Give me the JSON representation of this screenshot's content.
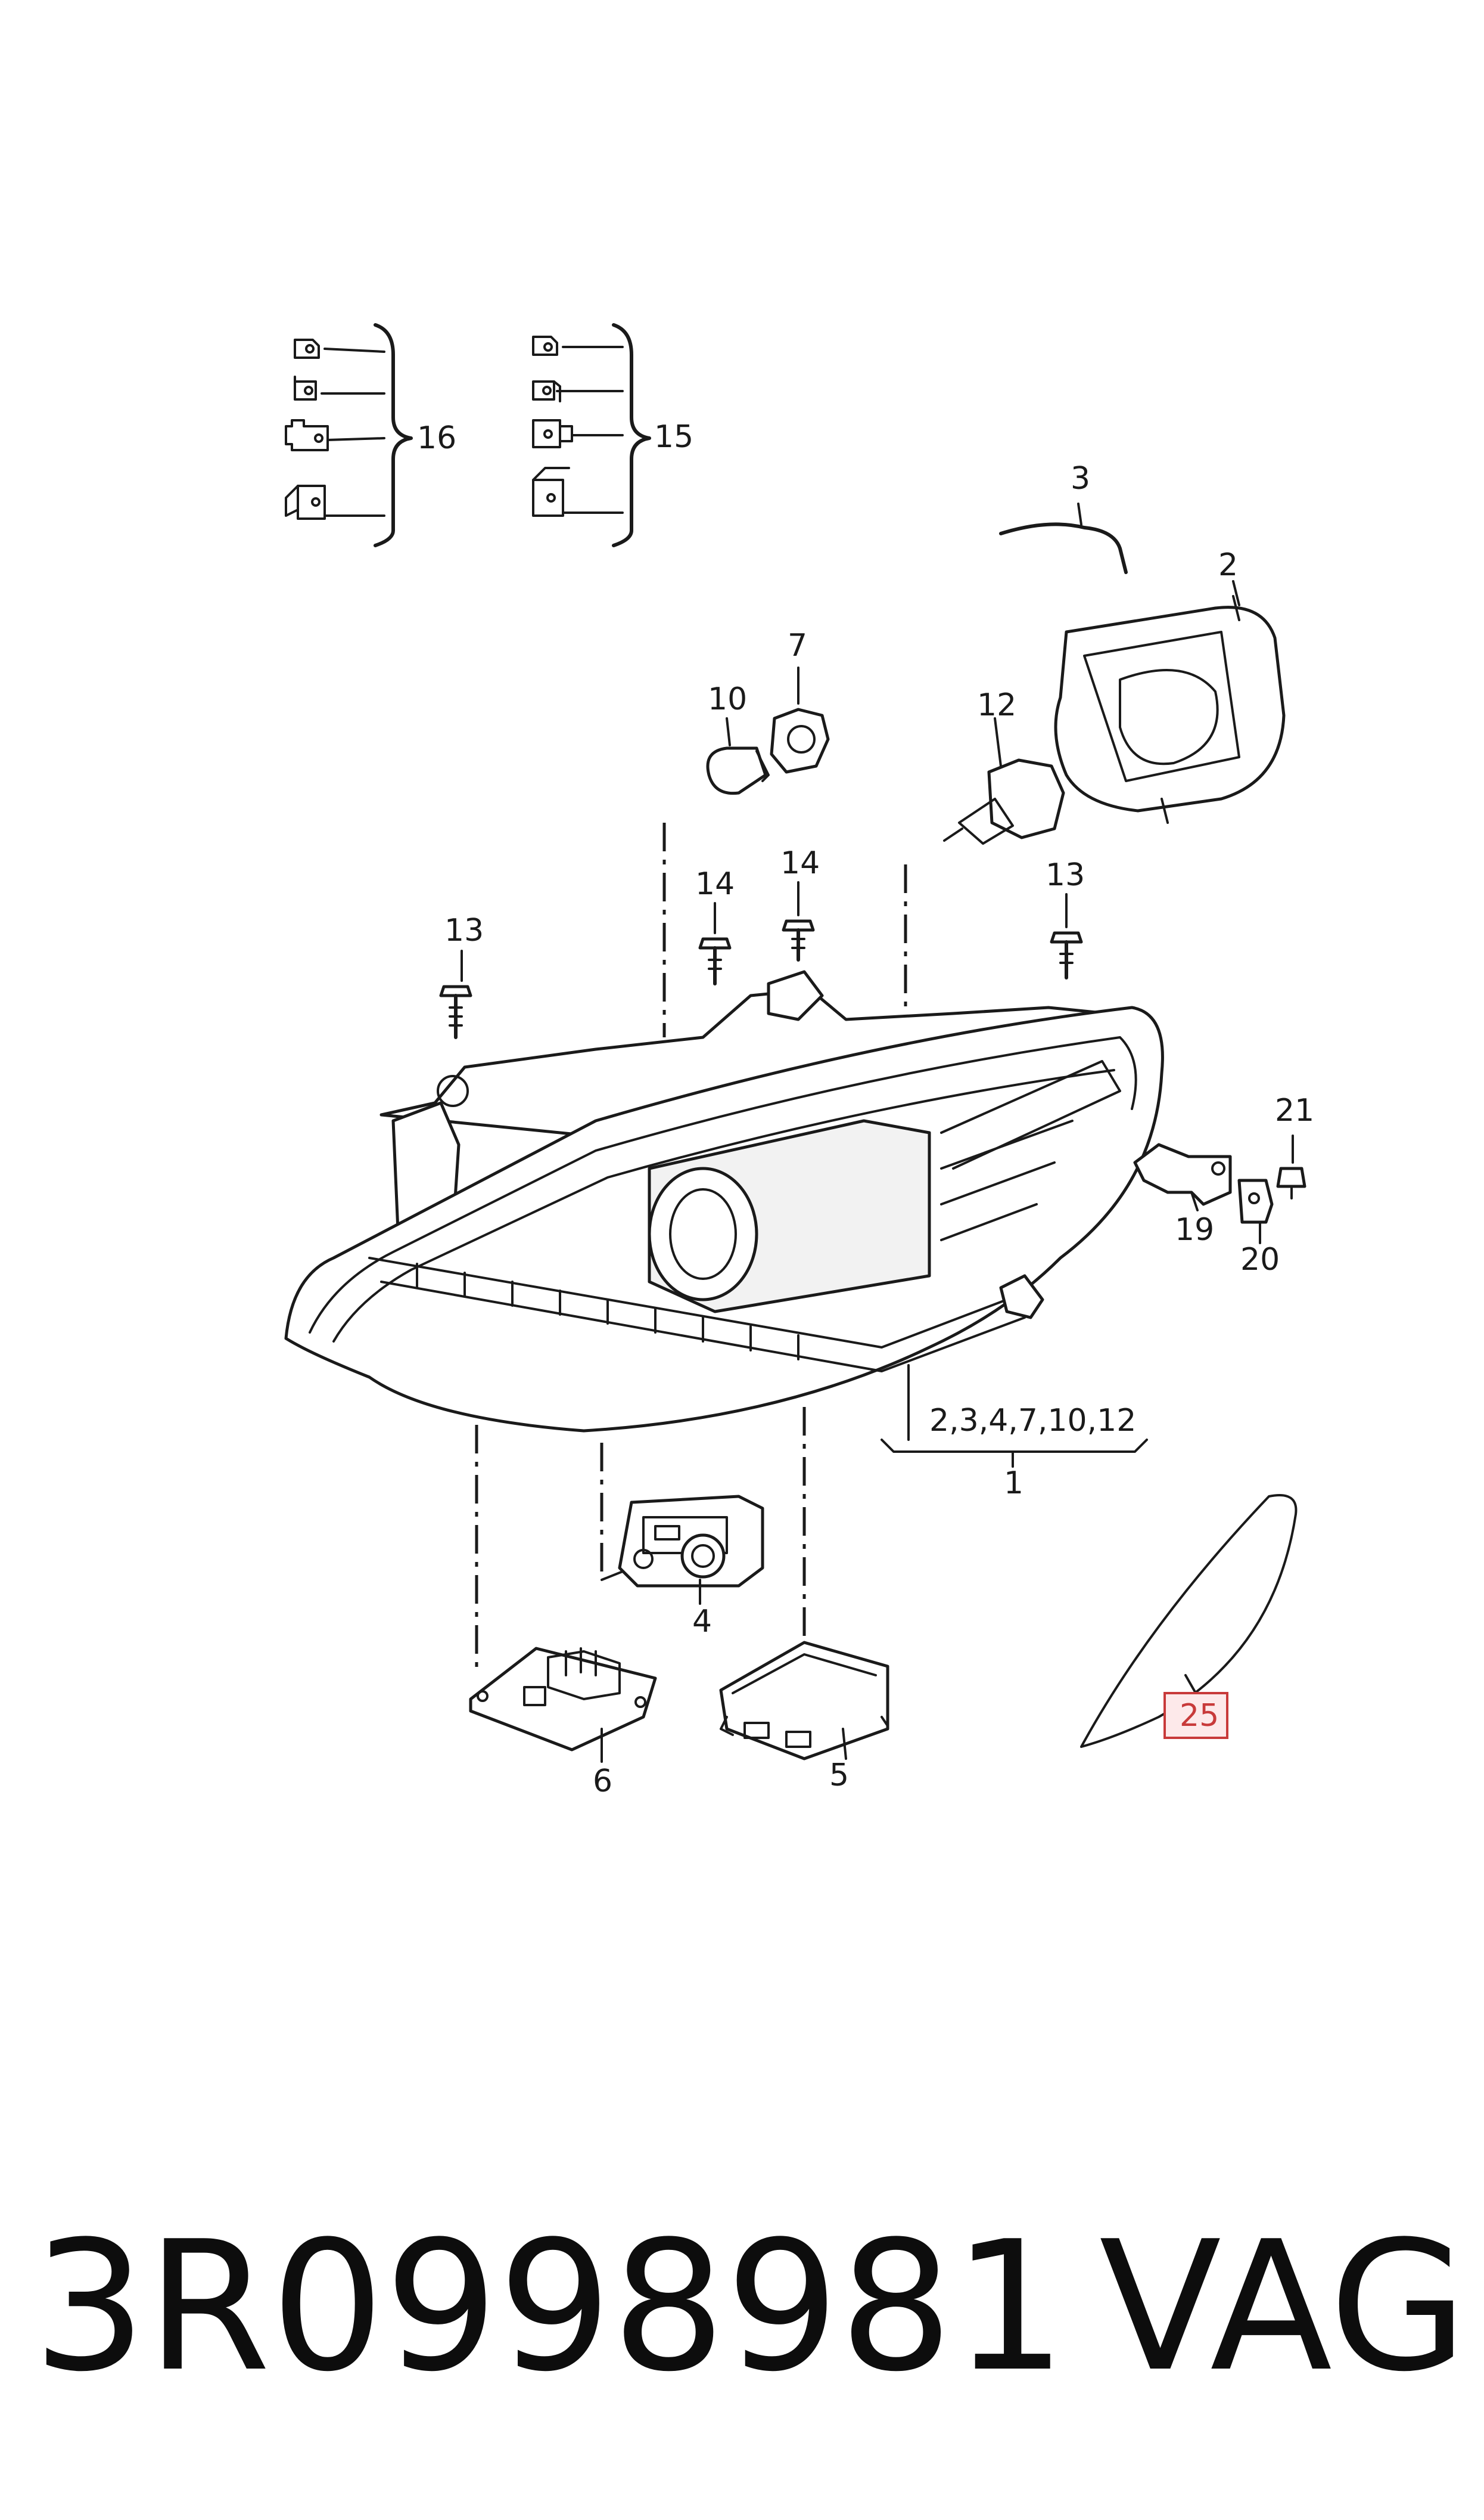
{
  "callouts": {
    "c1": "1",
    "c1_group": "2,3,4,7,10,12",
    "c2": "2",
    "c3": "3",
    "c4": "4",
    "c5": "5",
    "c6": "6",
    "c7": "7",
    "c10": "10",
    "c12": "12",
    "c13a": "13",
    "c13b": "13",
    "c14a": "14",
    "c14b": "14",
    "c15": "15",
    "c16": "16",
    "c19": "19",
    "c20": "20",
    "c21": "21",
    "c25": "25"
  },
  "highlight_color": "#c83a3a",
  "footer": {
    "part_number": "3R0998981",
    "brand": "VAG"
  }
}
